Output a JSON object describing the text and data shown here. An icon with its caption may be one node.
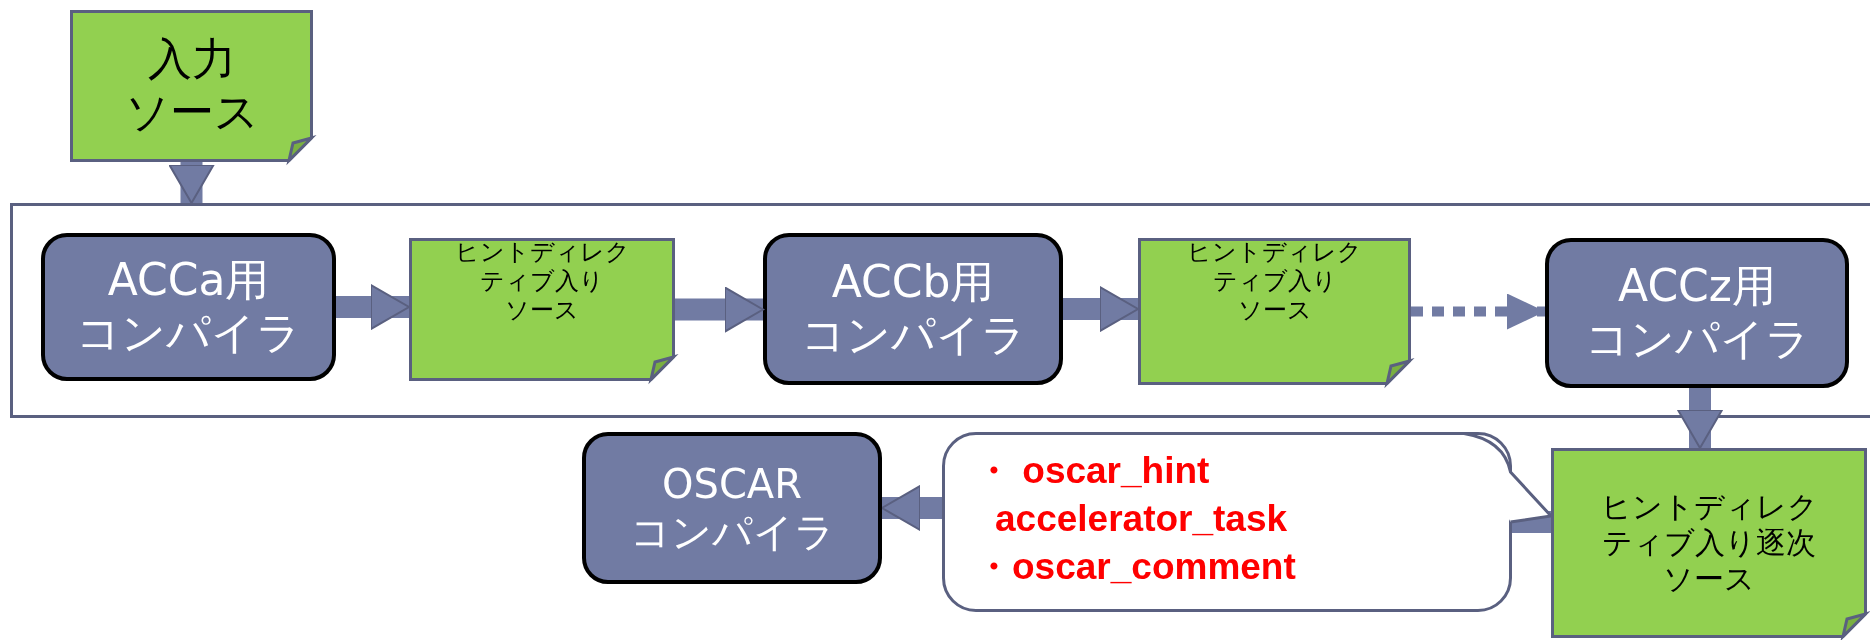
{
  "diagram": {
    "nodes": [
      {
        "text": [
          "入力ソース"
        ]
      },
      {
        "text": [],
        "shape": "box"
      },
      {
        "text": [
          "ACCa用コンパイラ"
        ],
        "in": 1
      },
      {
        "text": [
          "ヒントディレクティブ入りソース"
        ],
        "in": 1
      },
      {
        "text": [
          "ACCb用コンパイラ"
        ],
        "in": 1
      },
      {
        "text": [
          "ヒントディレクティブ入りソース"
        ],
        "in": 1
      },
      {
        "text": [
          "ACCz用コンパイラ"
        ],
        "in": 1
      },
      {
        "text": [
          "ヒントディレクティブ入り逐次ソース"
        ]
      },
      {
        "text": [
          "・ oscar_hint accelerator_task",
          "・oscar_comment"
        ]
      },
      {
        "text": [
          "OSCARコンパイラ"
        ]
      }
    ],
    "edges": [
      {
        "from": 0,
        "to": 1,
        "arrow": "to"
      },
      {
        "from": 2,
        "to": 3,
        "arrow": "to"
      },
      {
        "from": 3,
        "to": 4,
        "arrow": "to"
      },
      {
        "from": 4,
        "to": 5,
        "arrow": "to"
      },
      {
        "from": 5,
        "to": 6,
        "arrow": "to",
        "style": "dashed"
      },
      {
        "from": 6,
        "to": 7,
        "arrow": "to"
      },
      {
        "from": 7,
        "to": 8,
        "arrow": "none"
      },
      {
        "from": 8,
        "to": 9,
        "arrow": "to"
      },
      {
        "from": 8,
        "to": 7,
        "arrow": "none"
      }
    ]
  }
}
